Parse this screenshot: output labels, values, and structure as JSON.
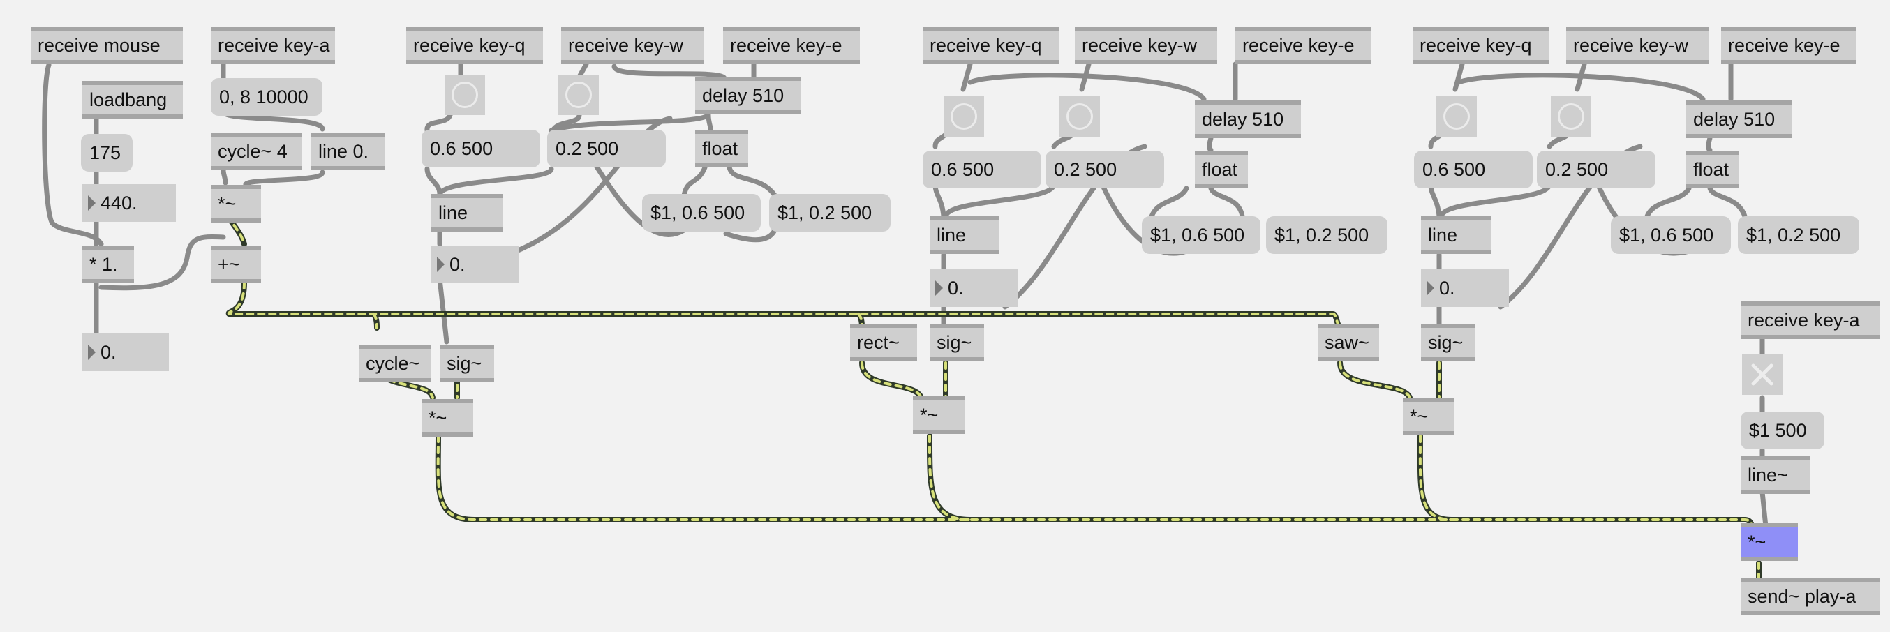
{
  "patch": {
    "mouse_recv": "receive mouse",
    "loadbang": "loadbang",
    "msg_175": "175",
    "num_440": "440.",
    "mul_1": "* 1.",
    "num_out0": "0.",
    "recv_a_top": "receive key-a",
    "msg_ramp": "0, 8 10000",
    "cycle4": "cycle~ 4",
    "line0": "line 0.",
    "mulsig": "*~",
    "plussig": "+~",
    "v1": {
      "recv_q": "receive key-q",
      "recv_w": "receive key-w",
      "recv_e": "receive key-e",
      "delay": "delay 510",
      "msg_06": "0.6 500",
      "msg_02": "0.2 500",
      "float": "float",
      "msg_d06": "$1, 0.6 500",
      "msg_d02": "$1, 0.2 500",
      "line": "line",
      "num": "0.",
      "osc": "cycle~",
      "sig": "sig~",
      "mul": "*~"
    },
    "v2": {
      "recv_q": "receive key-q",
      "recv_w": "receive key-w",
      "recv_e": "receive key-e",
      "delay": "delay 510",
      "msg_06": "0.6 500",
      "msg_02": "0.2 500",
      "float": "float",
      "msg_d06": "$1, 0.6 500",
      "msg_d02": "$1, 0.2 500",
      "line": "line",
      "num": "0.",
      "osc": "rect~",
      "sig": "sig~",
      "mul": "*~"
    },
    "v3": {
      "recv_q": "receive key-q",
      "recv_w": "receive key-w",
      "recv_e": "receive key-e",
      "delay": "delay 510",
      "msg_06": "0.6 500",
      "msg_02": "0.2 500",
      "float": "float",
      "msg_d06": "$1, 0.6 500",
      "msg_d02": "$1, 0.2 500",
      "line": "line",
      "num": "0.",
      "osc": "saw~",
      "sig": "sig~",
      "mul": "*~"
    },
    "master": {
      "recv_a": "receive key-a",
      "msg_env": "$1 500",
      "line": "line~",
      "mul": "*~",
      "send": "send~ play-a"
    }
  },
  "colors": {
    "background": "#f2f2f2",
    "object": "#cfcfcf",
    "object_border": "#a5a5a5",
    "signal_cord_dark": "#2f3a2a",
    "signal_cord_light": "#d7e07a",
    "control_cord": "#8a8a8a",
    "selected_object": "#8f8ff7"
  }
}
